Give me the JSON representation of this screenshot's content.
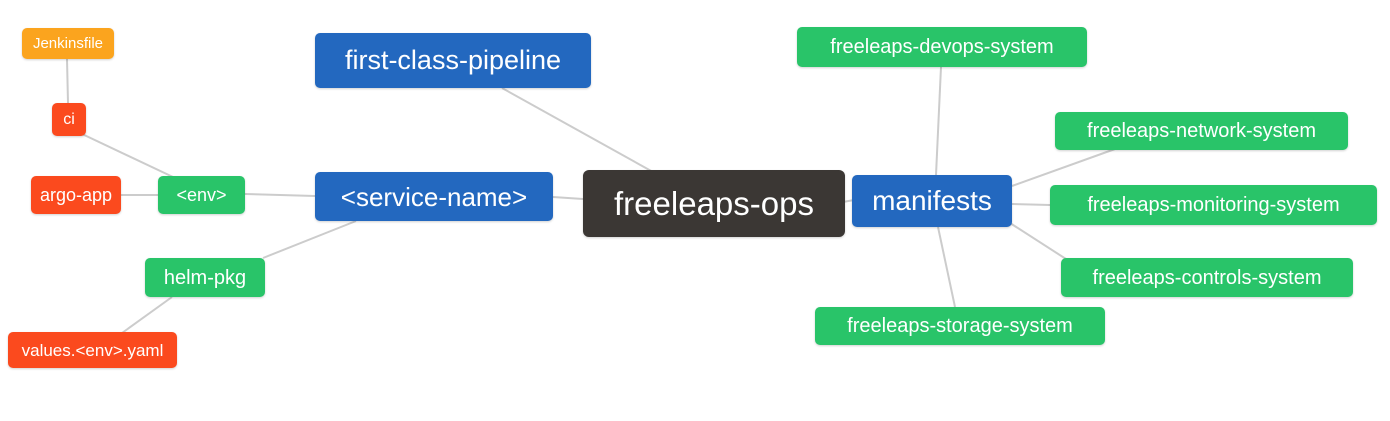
{
  "diagram": {
    "type": "mindmap",
    "root_label": "freeleaps-ops"
  },
  "colors": {
    "blue": "#2368BF",
    "green": "#29C469",
    "red": "#FB4A1E",
    "orange": "#FBA41E",
    "dark": "#3B3734",
    "edge": "#CCCCCC",
    "node_text": "#FFFFFF"
  },
  "nodes": {
    "jenkinsfile": {
      "label": "Jenkinsfile",
      "color": "orange"
    },
    "ci": {
      "label": "ci",
      "color": "red"
    },
    "argo_app": {
      "label": "argo-app",
      "color": "red"
    },
    "env": {
      "label": "<env>",
      "color": "green"
    },
    "service_name": {
      "label": "<service-name>",
      "color": "blue"
    },
    "first_class_pipeline": {
      "label": "first-class-pipeline",
      "color": "blue"
    },
    "freeleaps_ops": {
      "label": "freeleaps-ops",
      "color": "dark"
    },
    "manifests": {
      "label": "manifests",
      "color": "blue"
    },
    "devops_system": {
      "label": "freeleaps-devops-system",
      "color": "green"
    },
    "network_system": {
      "label": "freeleaps-network-system",
      "color": "green"
    },
    "monitoring_system": {
      "label": "freeleaps-monitoring-system",
      "color": "green"
    },
    "controls_system": {
      "label": "freeleaps-controls-system",
      "color": "green"
    },
    "storage_system": {
      "label": "freeleaps-storage-system",
      "color": "green"
    },
    "helm_pkg": {
      "label": "helm-pkg",
      "color": "green"
    },
    "values_yaml": {
      "label": "values.<env>.yaml",
      "color": "red"
    }
  },
  "edges": [
    {
      "from": "jenkinsfile",
      "to": "ci"
    },
    {
      "from": "ci",
      "to": "env"
    },
    {
      "from": "argo_app",
      "to": "env"
    },
    {
      "from": "env",
      "to": "service_name"
    },
    {
      "from": "helm_pkg",
      "to": "service_name"
    },
    {
      "from": "values_yaml",
      "to": "helm_pkg"
    },
    {
      "from": "first_class_pipeline",
      "to": "freeleaps_ops"
    },
    {
      "from": "service_name",
      "to": "freeleaps_ops"
    },
    {
      "from": "freeleaps_ops",
      "to": "manifests"
    },
    {
      "from": "manifests",
      "to": "devops_system"
    },
    {
      "from": "manifests",
      "to": "network_system"
    },
    {
      "from": "manifests",
      "to": "monitoring_system"
    },
    {
      "from": "manifests",
      "to": "controls_system"
    },
    {
      "from": "manifests",
      "to": "storage_system"
    }
  ]
}
